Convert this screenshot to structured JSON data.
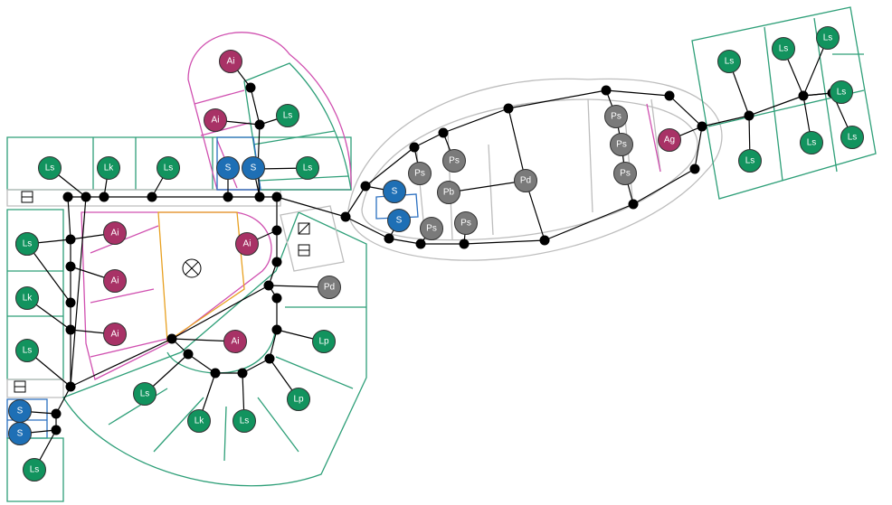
{
  "colors": {
    "Ls": "#12935e",
    "Lk": "#12935e",
    "Lp": "#12935e",
    "Ai": "#a83266",
    "Ag": "#a83266",
    "S": "#1e6fb5",
    "Ps": "#7a7a7a",
    "Pb": "#7a7a7a",
    "Pd": "#7a7a7a",
    "outline_green": "#2e9f78",
    "outline_magenta": "#d050b0",
    "outline_blue": "#2a6fc0",
    "outline_gray": "#bdbdbd",
    "outline_orange": "#e8a020",
    "edge": "#000000"
  },
  "nodes": [
    {
      "id": "n1",
      "label": "Ai",
      "type": "Ai"
    },
    {
      "id": "n2",
      "label": "Ai",
      "type": "Ai"
    },
    {
      "id": "n3",
      "label": "Ls",
      "type": "Ls"
    },
    {
      "id": "n4",
      "label": "Ls",
      "type": "Ls"
    },
    {
      "id": "n5",
      "label": "Ls",
      "type": "Ls"
    },
    {
      "id": "n6",
      "label": "Lk",
      "type": "Lk"
    },
    {
      "id": "n7",
      "label": "Ls",
      "type": "Ls"
    },
    {
      "id": "n8",
      "label": "S",
      "type": "S"
    },
    {
      "id": "n9",
      "label": "S",
      "type": "S"
    },
    {
      "id": "n10",
      "label": "Ls",
      "type": "Ls"
    },
    {
      "id": "n11",
      "label": "Ai",
      "type": "Ai"
    },
    {
      "id": "n12",
      "label": "Ai",
      "type": "Ai"
    },
    {
      "id": "n13",
      "label": "Ai",
      "type": "Ai"
    },
    {
      "id": "n14",
      "label": "Ai",
      "type": "Ai"
    },
    {
      "id": "n15",
      "label": "Ls",
      "type": "Ls"
    },
    {
      "id": "n16",
      "label": "Lk",
      "type": "Lk"
    },
    {
      "id": "n17",
      "label": "Ls",
      "type": "Ls"
    },
    {
      "id": "n18",
      "label": "Pd",
      "type": "Pd"
    },
    {
      "id": "n19",
      "label": "Lp",
      "type": "Lp"
    },
    {
      "id": "n20",
      "label": "Ai",
      "type": "Ai"
    },
    {
      "id": "n21",
      "label": "Lp",
      "type": "Lp"
    },
    {
      "id": "n22",
      "label": "Ls",
      "type": "Ls"
    },
    {
      "id": "n23",
      "label": "Lk",
      "type": "Lk"
    },
    {
      "id": "n24",
      "label": "Ls",
      "type": "Ls"
    },
    {
      "id": "n25",
      "label": "S",
      "type": "S"
    },
    {
      "id": "n26",
      "label": "S",
      "type": "S"
    },
    {
      "id": "n27",
      "label": "Ls",
      "type": "Ls"
    },
    {
      "id": "n28",
      "label": "S",
      "type": "S"
    },
    {
      "id": "n29",
      "label": "S",
      "type": "S"
    },
    {
      "id": "n30",
      "label": "Ps",
      "type": "Ps"
    },
    {
      "id": "n31",
      "label": "Ps",
      "type": "Ps"
    },
    {
      "id": "n32",
      "label": "Pb",
      "type": "Pb"
    },
    {
      "id": "n33",
      "label": "Ps",
      "type": "Ps"
    },
    {
      "id": "n34",
      "label": "Ps",
      "type": "Ps"
    },
    {
      "id": "n35",
      "label": "Pd",
      "type": "Pd"
    },
    {
      "id": "n36",
      "label": "Ps",
      "type": "Ps"
    },
    {
      "id": "n37",
      "label": "Ps",
      "type": "Ps"
    },
    {
      "id": "n38",
      "label": "Ps",
      "type": "Ps"
    },
    {
      "id": "n39",
      "label": "Ag",
      "type": "Ag"
    },
    {
      "id": "n40",
      "label": "Ls",
      "type": "Ls"
    },
    {
      "id": "n41",
      "label": "Ls",
      "type": "Ls"
    },
    {
      "id": "n42",
      "label": "Ls",
      "type": "Ls"
    },
    {
      "id": "n43",
      "label": "Ls",
      "type": "Ls"
    },
    {
      "id": "n44",
      "label": "Ls",
      "type": "Ls"
    },
    {
      "id": "n45",
      "label": "Ls",
      "type": "Ls"
    },
    {
      "id": "n46",
      "label": "Ls",
      "type": "Ls"
    }
  ],
  "symbols": [
    {
      "id": "sym1",
      "name": "door-symbol"
    },
    {
      "id": "sym2",
      "name": "door-symbol"
    },
    {
      "id": "sym3",
      "name": "door-symbol"
    },
    {
      "id": "sym4",
      "name": "stair-symbol"
    },
    {
      "id": "sym5",
      "name": "void-cross-symbol"
    }
  ]
}
